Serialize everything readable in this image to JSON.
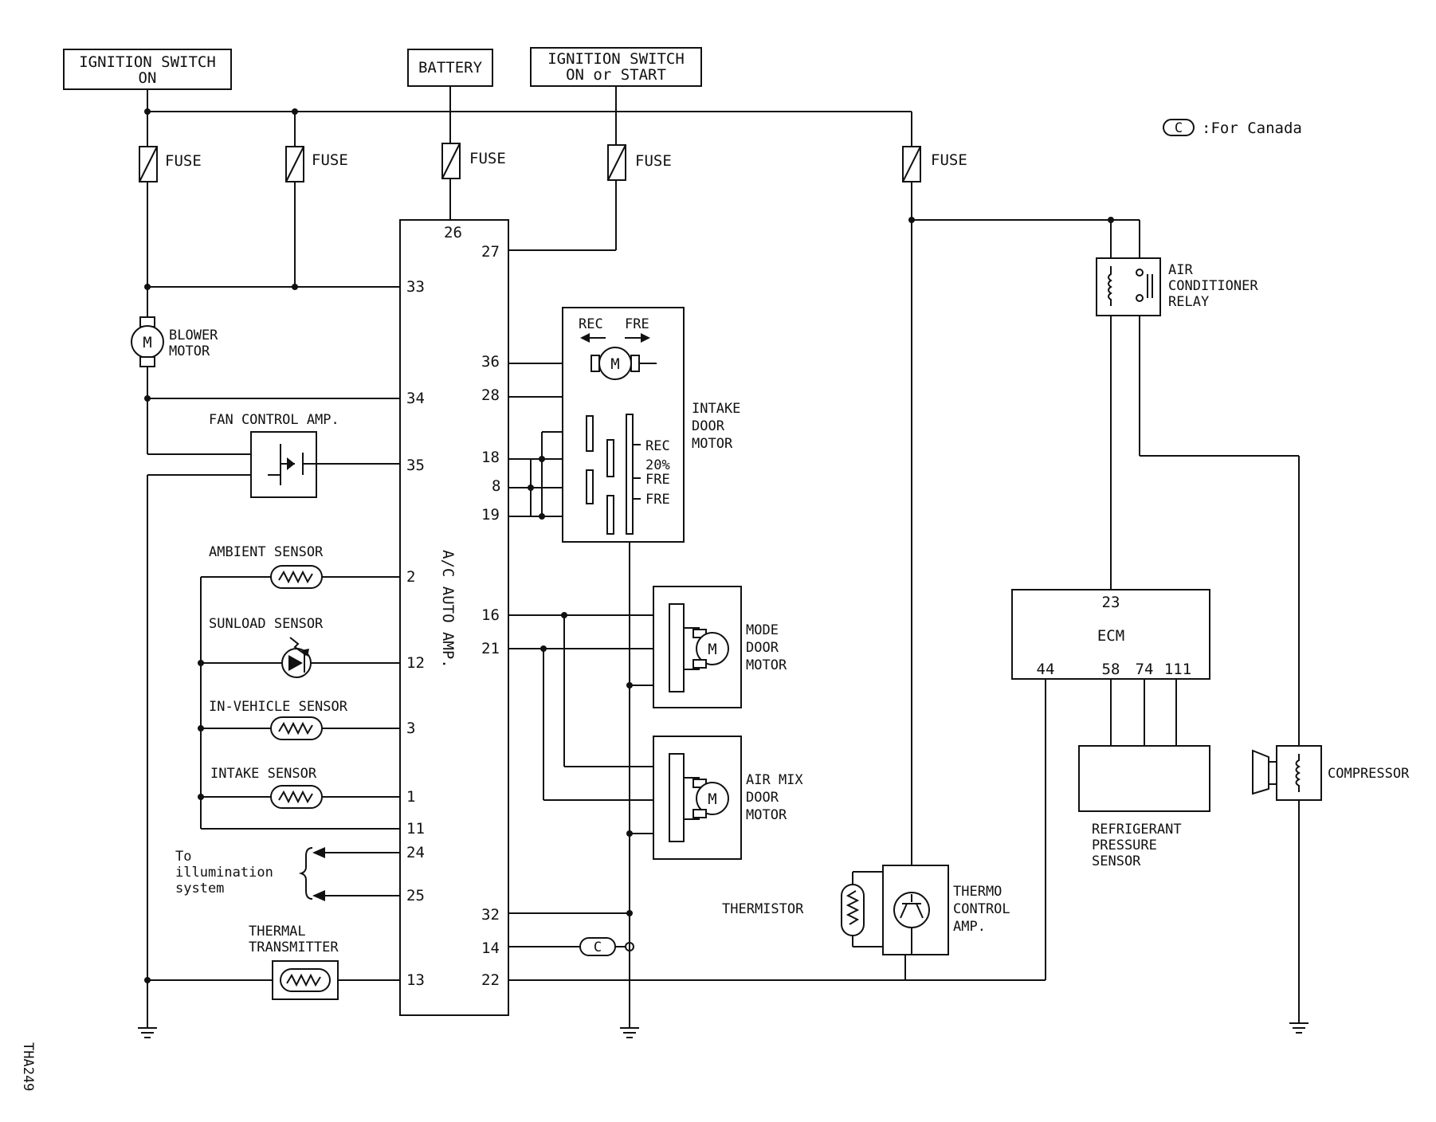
{
  "diagram_id": "THA249",
  "sources": {
    "ign_on": "IGNITION SWITCH",
    "ign_on_2": "ON",
    "battery": "BATTERY",
    "ign_start": "IGNITION SWITCH",
    "ign_start_2": "ON or START"
  },
  "legend": {
    "symbol": "C",
    "text": ":For Canada"
  },
  "fuse": "FUSE",
  "auto_amp": {
    "label": "A/C AUTO AMP."
  },
  "pins": {
    "p26": "26",
    "p27": "27",
    "p33": "33",
    "p36": "36",
    "p28": "28",
    "p34": "34",
    "p18": "18",
    "p8": "8",
    "p35": "35",
    "p19": "19",
    "p2": "2",
    "p16": "16",
    "p12": "12",
    "p21": "21",
    "p3": "3",
    "p1": "1",
    "p11": "11",
    "p24": "24",
    "p25": "25",
    "p32": "32",
    "p14": "14",
    "p13": "13",
    "p22": "22"
  },
  "components": {
    "blower_1": "BLOWER",
    "blower_2": "MOTOR",
    "motor_m": "M",
    "fan_amp": "FAN CONTROL AMP.",
    "ambient": "AMBIENT SENSOR",
    "sunload": "SUNLOAD SENSOR",
    "in_vehicle": "IN-VEHICLE SENSOR",
    "intake_sensor": "INTAKE SENSOR",
    "illum_1": "To",
    "illum_2": "illumination",
    "illum_3": "system",
    "thermal_1": "THERMAL",
    "thermal_2": "TRANSMITTER",
    "rec": "REC",
    "fre": "FRE",
    "intake_1": "INTAKE",
    "intake_2": "DOOR",
    "intake_3": "MOTOR",
    "pos_rec": "REC",
    "pos_20": "20%",
    "pos_fre20": "FRE",
    "pos_fre": "FRE",
    "mode_1": "MODE",
    "mode_2": "DOOR",
    "mode_3": "MOTOR",
    "airmix_1": "AIR MIX",
    "airmix_2": "DOOR",
    "airmix_3": "MOTOR",
    "c_connector": "C",
    "thermistor": "THERMISTOR",
    "thermo_1": "THERMO",
    "thermo_2": "CONTROL",
    "thermo_3": "AMP.",
    "relay_1": "AIR",
    "relay_2": "CONDITIONER",
    "relay_3": "RELAY",
    "ecm": "ECM",
    "ecm_23": "23",
    "ecm_44": "44",
    "ecm_58": "58",
    "ecm_74": "74",
    "ecm_111": "111",
    "ref_1": "REFRIGERANT",
    "ref_2": "PRESSURE",
    "ref_3": "SENSOR",
    "compressor": "COMPRESSOR"
  }
}
